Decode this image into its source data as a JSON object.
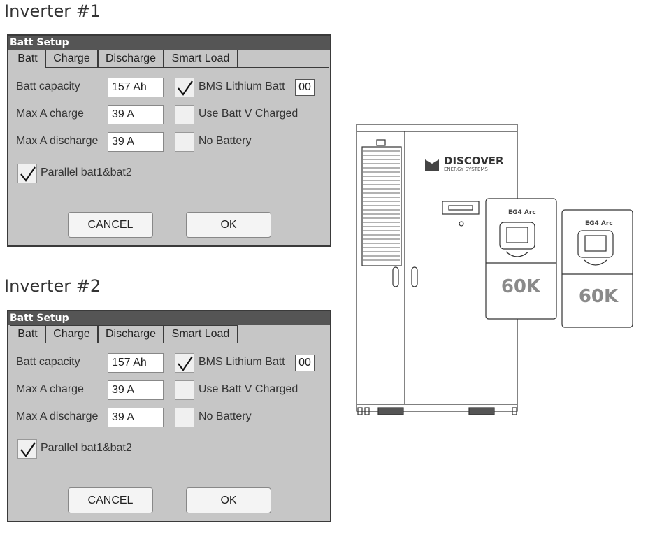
{
  "inverters": [
    {
      "heading": "Inverter #1",
      "dialog_title": "Batt Setup",
      "tabs": [
        "Batt",
        "Charge",
        "Discharge",
        "Smart Load"
      ],
      "active_tab": "Batt",
      "batt_capacity_label": "Batt capacity",
      "batt_capacity_value": "157 Ah",
      "max_charge_label": "Max A charge",
      "max_charge_value": "39 A",
      "max_discharge_label": "Max A discharge",
      "max_discharge_value": "39 A",
      "bms_label": "BMS Lithium Batt",
      "bms_checked": true,
      "bms_code": "00",
      "use_batt_v_label": "Use Batt V Charged",
      "use_batt_v_checked": false,
      "no_battery_label": "No Battery",
      "no_battery_checked": false,
      "parallel_label": "Parallel bat1&bat2",
      "parallel_checked": true,
      "cancel_label": "CANCEL",
      "ok_label": "OK"
    },
    {
      "heading": "Inverter #2",
      "dialog_title": "Batt Setup",
      "tabs": [
        "Batt",
        "Charge",
        "Discharge",
        "Smart Load"
      ],
      "active_tab": "Batt",
      "batt_capacity_label": "Batt capacity",
      "batt_capacity_value": "157 Ah",
      "max_charge_label": "Max A charge",
      "max_charge_value": "39 A",
      "max_discharge_label": "Max A discharge",
      "max_discharge_value": "39 A",
      "bms_label": "BMS Lithium Batt",
      "bms_checked": true,
      "bms_code": "00",
      "use_batt_v_label": "Use Batt V Charged",
      "use_batt_v_checked": false,
      "no_battery_label": "No Battery",
      "no_battery_checked": false,
      "parallel_label": "Parallel bat1&bat2",
      "parallel_checked": true,
      "cancel_label": "CANCEL",
      "ok_label": "OK"
    }
  ],
  "illustration": {
    "cabinet_brand": "DISCOVER",
    "cabinet_subbrand": "ENERGY SYSTEMS",
    "inverter_logo_text": "EG4 Arc",
    "inverter_model_label": "60K",
    "colors": {
      "line": "#333333",
      "label_gray": "#8a8a8a",
      "logo": "#444444"
    }
  }
}
